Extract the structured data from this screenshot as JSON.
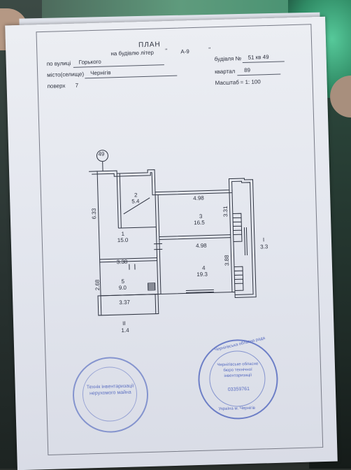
{
  "header": {
    "title": "ПЛАН",
    "subtitle": "на будівлю літер",
    "letter": "А-9",
    "street_label": "по вулиці",
    "street_value": "Горького",
    "building_label": "будівля №",
    "building_value": "51 кв 49",
    "city_label": "місто(селище)",
    "city_value": "Чернігів",
    "quarter_label": "квартал",
    "quarter_value": "89",
    "floor_label": "поверх",
    "floor_value": "7",
    "scale_label": "Масштаб",
    "scale_value": "= 1: 100"
  },
  "plan": {
    "apartment_no": "49",
    "dims": {
      "room2_width": "4.98",
      "room3_right": "3.31",
      "room4_width": "4.98",
      "room4_right": "3.88",
      "room1_left": "6.33",
      "room5_top": "3.38",
      "room5_left": "2.68",
      "room5_bottom": "3.37"
    },
    "rooms": [
      {
        "num": "2",
        "area": "5.4"
      },
      {
        "num": "3",
        "area": "16.5"
      },
      {
        "num": "1",
        "area": "15.0"
      },
      {
        "num": "4",
        "area": "19.3"
      },
      {
        "num": "5",
        "area": "9.0"
      },
      {
        "num": "I",
        "area": "3.3"
      },
      {
        "num": "II",
        "area": "1.4"
      }
    ]
  },
  "stamps": {
    "left_center": "Технік інвентаризації нерухомого майна",
    "right_ring": "Чернігівська обласна рада",
    "right_center": "Чернігівське обласне бюро технічної інвентаризації",
    "right_code": "03359761",
    "right_bottom": "Україна м. Чернігів"
  },
  "colors": {
    "paper": "#e6e8ef",
    "ink": "#2b2f3c",
    "stamp": "#3d55b8"
  }
}
